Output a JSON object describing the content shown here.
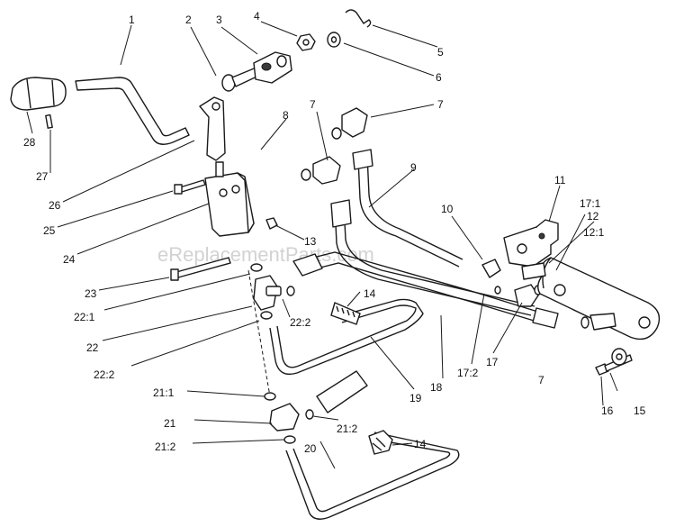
{
  "watermark": "eReplacementParts.com",
  "callouts": [
    {
      "id": "c1",
      "text": "1"
    },
    {
      "id": "c2",
      "text": "2"
    },
    {
      "id": "c3",
      "text": "3"
    },
    {
      "id": "c4",
      "text": "4"
    },
    {
      "id": "c5",
      "text": "5"
    },
    {
      "id": "c6",
      "text": "6"
    },
    {
      "id": "c7a",
      "text": "7"
    },
    {
      "id": "c7b",
      "text": "7"
    },
    {
      "id": "c7c",
      "text": "7"
    },
    {
      "id": "c8",
      "text": "8"
    },
    {
      "id": "c9",
      "text": "9"
    },
    {
      "id": "c10",
      "text": "10"
    },
    {
      "id": "c11",
      "text": "11"
    },
    {
      "id": "c12",
      "text": "12"
    },
    {
      "id": "c12_1",
      "text": "12:1"
    },
    {
      "id": "c13",
      "text": "13"
    },
    {
      "id": "c14a",
      "text": "14"
    },
    {
      "id": "c14b",
      "text": "14"
    },
    {
      "id": "c15",
      "text": "15"
    },
    {
      "id": "c16",
      "text": "16"
    },
    {
      "id": "c17",
      "text": "17"
    },
    {
      "id": "c17_1",
      "text": "17:1"
    },
    {
      "id": "c17_2",
      "text": "17:2"
    },
    {
      "id": "c18",
      "text": "18"
    },
    {
      "id": "c19",
      "text": "19"
    },
    {
      "id": "c20",
      "text": "20"
    },
    {
      "id": "c21",
      "text": "21"
    },
    {
      "id": "c21_1",
      "text": "21:1"
    },
    {
      "id": "c21_2a",
      "text": "21:2"
    },
    {
      "id": "c21_2b",
      "text": "21:2"
    },
    {
      "id": "c22",
      "text": "22"
    },
    {
      "id": "c22_1",
      "text": "22:1"
    },
    {
      "id": "c22_2a",
      "text": "22:2"
    },
    {
      "id": "c22_2b",
      "text": "22:2"
    },
    {
      "id": "c23",
      "text": "23"
    },
    {
      "id": "c24",
      "text": "24"
    },
    {
      "id": "c25",
      "text": "25"
    },
    {
      "id": "c26",
      "text": "26"
    },
    {
      "id": "c27",
      "text": "27"
    },
    {
      "id": "c28",
      "text": "28"
    }
  ]
}
